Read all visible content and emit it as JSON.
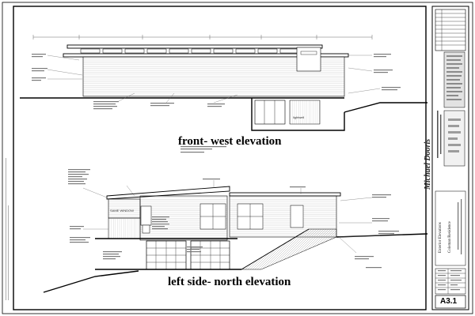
{
  "drawing": {
    "elevations": [
      {
        "title": "front- west elevation",
        "room_label": "lightwell"
      },
      {
        "title": "left side- north elevation",
        "room_label": "SAME WINDOW"
      }
    ]
  },
  "title_block": {
    "signature": "Michael Dooris",
    "project_lines": [
      "Exterior Elevations",
      "Coleman Residence"
    ],
    "sheet_number": "A3.1"
  }
}
